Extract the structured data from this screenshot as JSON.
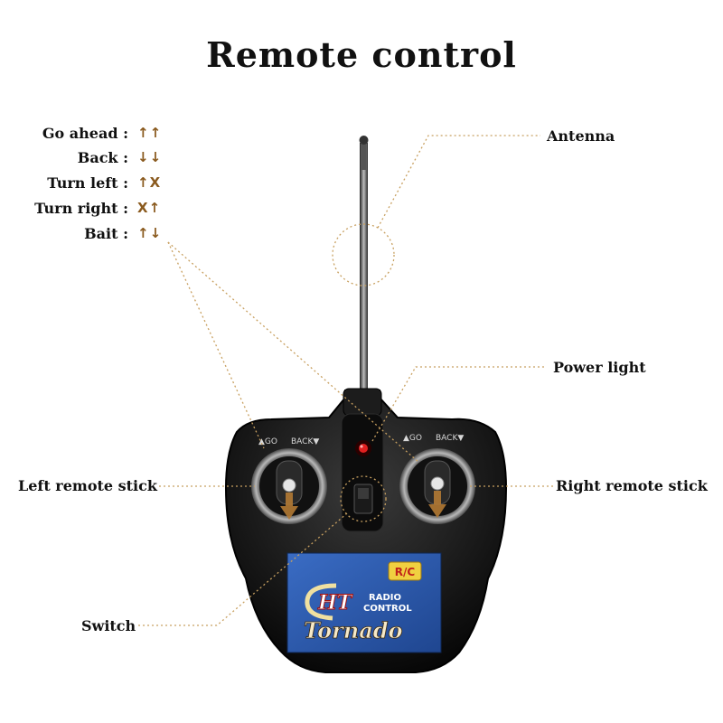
{
  "title": "Remote control",
  "legend": [
    {
      "label": "Go ahead :",
      "symbol": "↑↑"
    },
    {
      "label": "Back :",
      "symbol": "↓↓"
    },
    {
      "label": "Turn left :",
      "symbol": "↑X"
    },
    {
      "label": "Turn right :",
      "symbol": "X↑"
    },
    {
      "label": "Bait :",
      "symbol": "↑↓"
    }
  ],
  "callouts": {
    "antenna": "Antenna",
    "power_light": "Power light",
    "left_stick": "Left remote stick",
    "right_stick": "Right remote stick",
    "switch": "Switch"
  },
  "device": {
    "go_left": "▲GO",
    "back_left": "BACK▼",
    "go_right": "▲GO",
    "back_right": "BACK▼",
    "badge": "R/C",
    "brand_short": "HT",
    "radio": "RADIO",
    "control": "CONTROL",
    "brand_name": "Tornado"
  },
  "colors": {
    "arrow_brown": "#8a5a1e",
    "leader_gold": "#c8a060",
    "body_black": "#141414",
    "panel_blue": "#2f5fb0",
    "led_red": "#e02020"
  }
}
